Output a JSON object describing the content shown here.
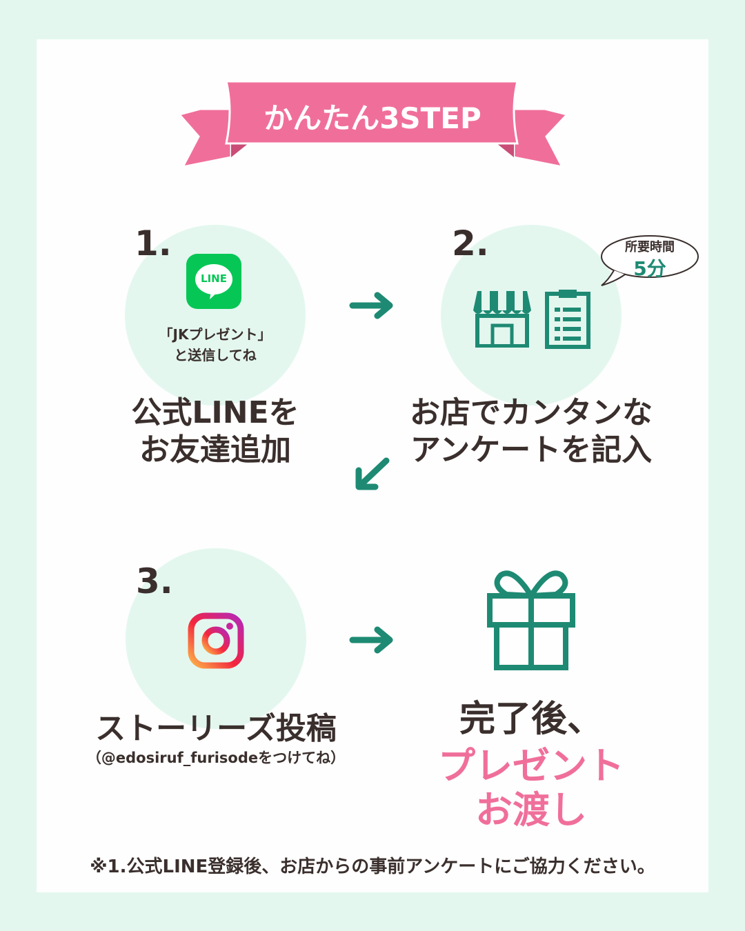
{
  "banner": {
    "title": "かんたん3STEP"
  },
  "step1": {
    "number": "1.",
    "app_icon_text": "LINE",
    "note_line1": "「JKプレゼント」",
    "note_line2": "と送信してね",
    "title_line1": "公式LINEを",
    "title_line2": "お友達追加"
  },
  "step2": {
    "number": "2.",
    "time_label": "所要時間",
    "time_value": "5分",
    "title_line1": "お店でカンタンな",
    "title_line2": "アンケートを記入"
  },
  "step3": {
    "number": "3.",
    "title": "ストーリーズ投稿",
    "note": "（@edosiruf_furisodeをつけてね）"
  },
  "final": {
    "line1": "完了後、",
    "line2": "プレゼント",
    "line3": "お渡し"
  },
  "footer": {
    "note": "※1.公式LINE登録後、お店からの事前アンケートにご協力ください。"
  },
  "colors": {
    "background": "#e3f7ef",
    "card": "#fdfefd",
    "accent_pink": "#f06f9a",
    "accent_teal": "#1e8a73",
    "text": "#3a2f2d",
    "line_green": "#06c755"
  }
}
